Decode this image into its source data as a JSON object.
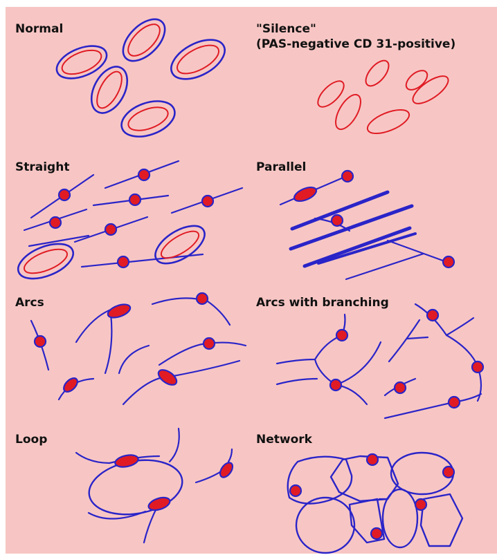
{
  "panels": {
    "normal": "Normal",
    "silence": "\"Silence\"",
    "silence_sub": "(PAS-negative CD 31-positive)",
    "straight": "Straight",
    "parallel": "Parallel",
    "arcs": "Arcs",
    "arcs_branching": "Arcs with branching",
    "loop": "Loop",
    "network": "Network"
  },
  "colors": {
    "background": "#f7c6c4",
    "vessel": "#2a24c8",
    "cell": "#e01b24"
  }
}
